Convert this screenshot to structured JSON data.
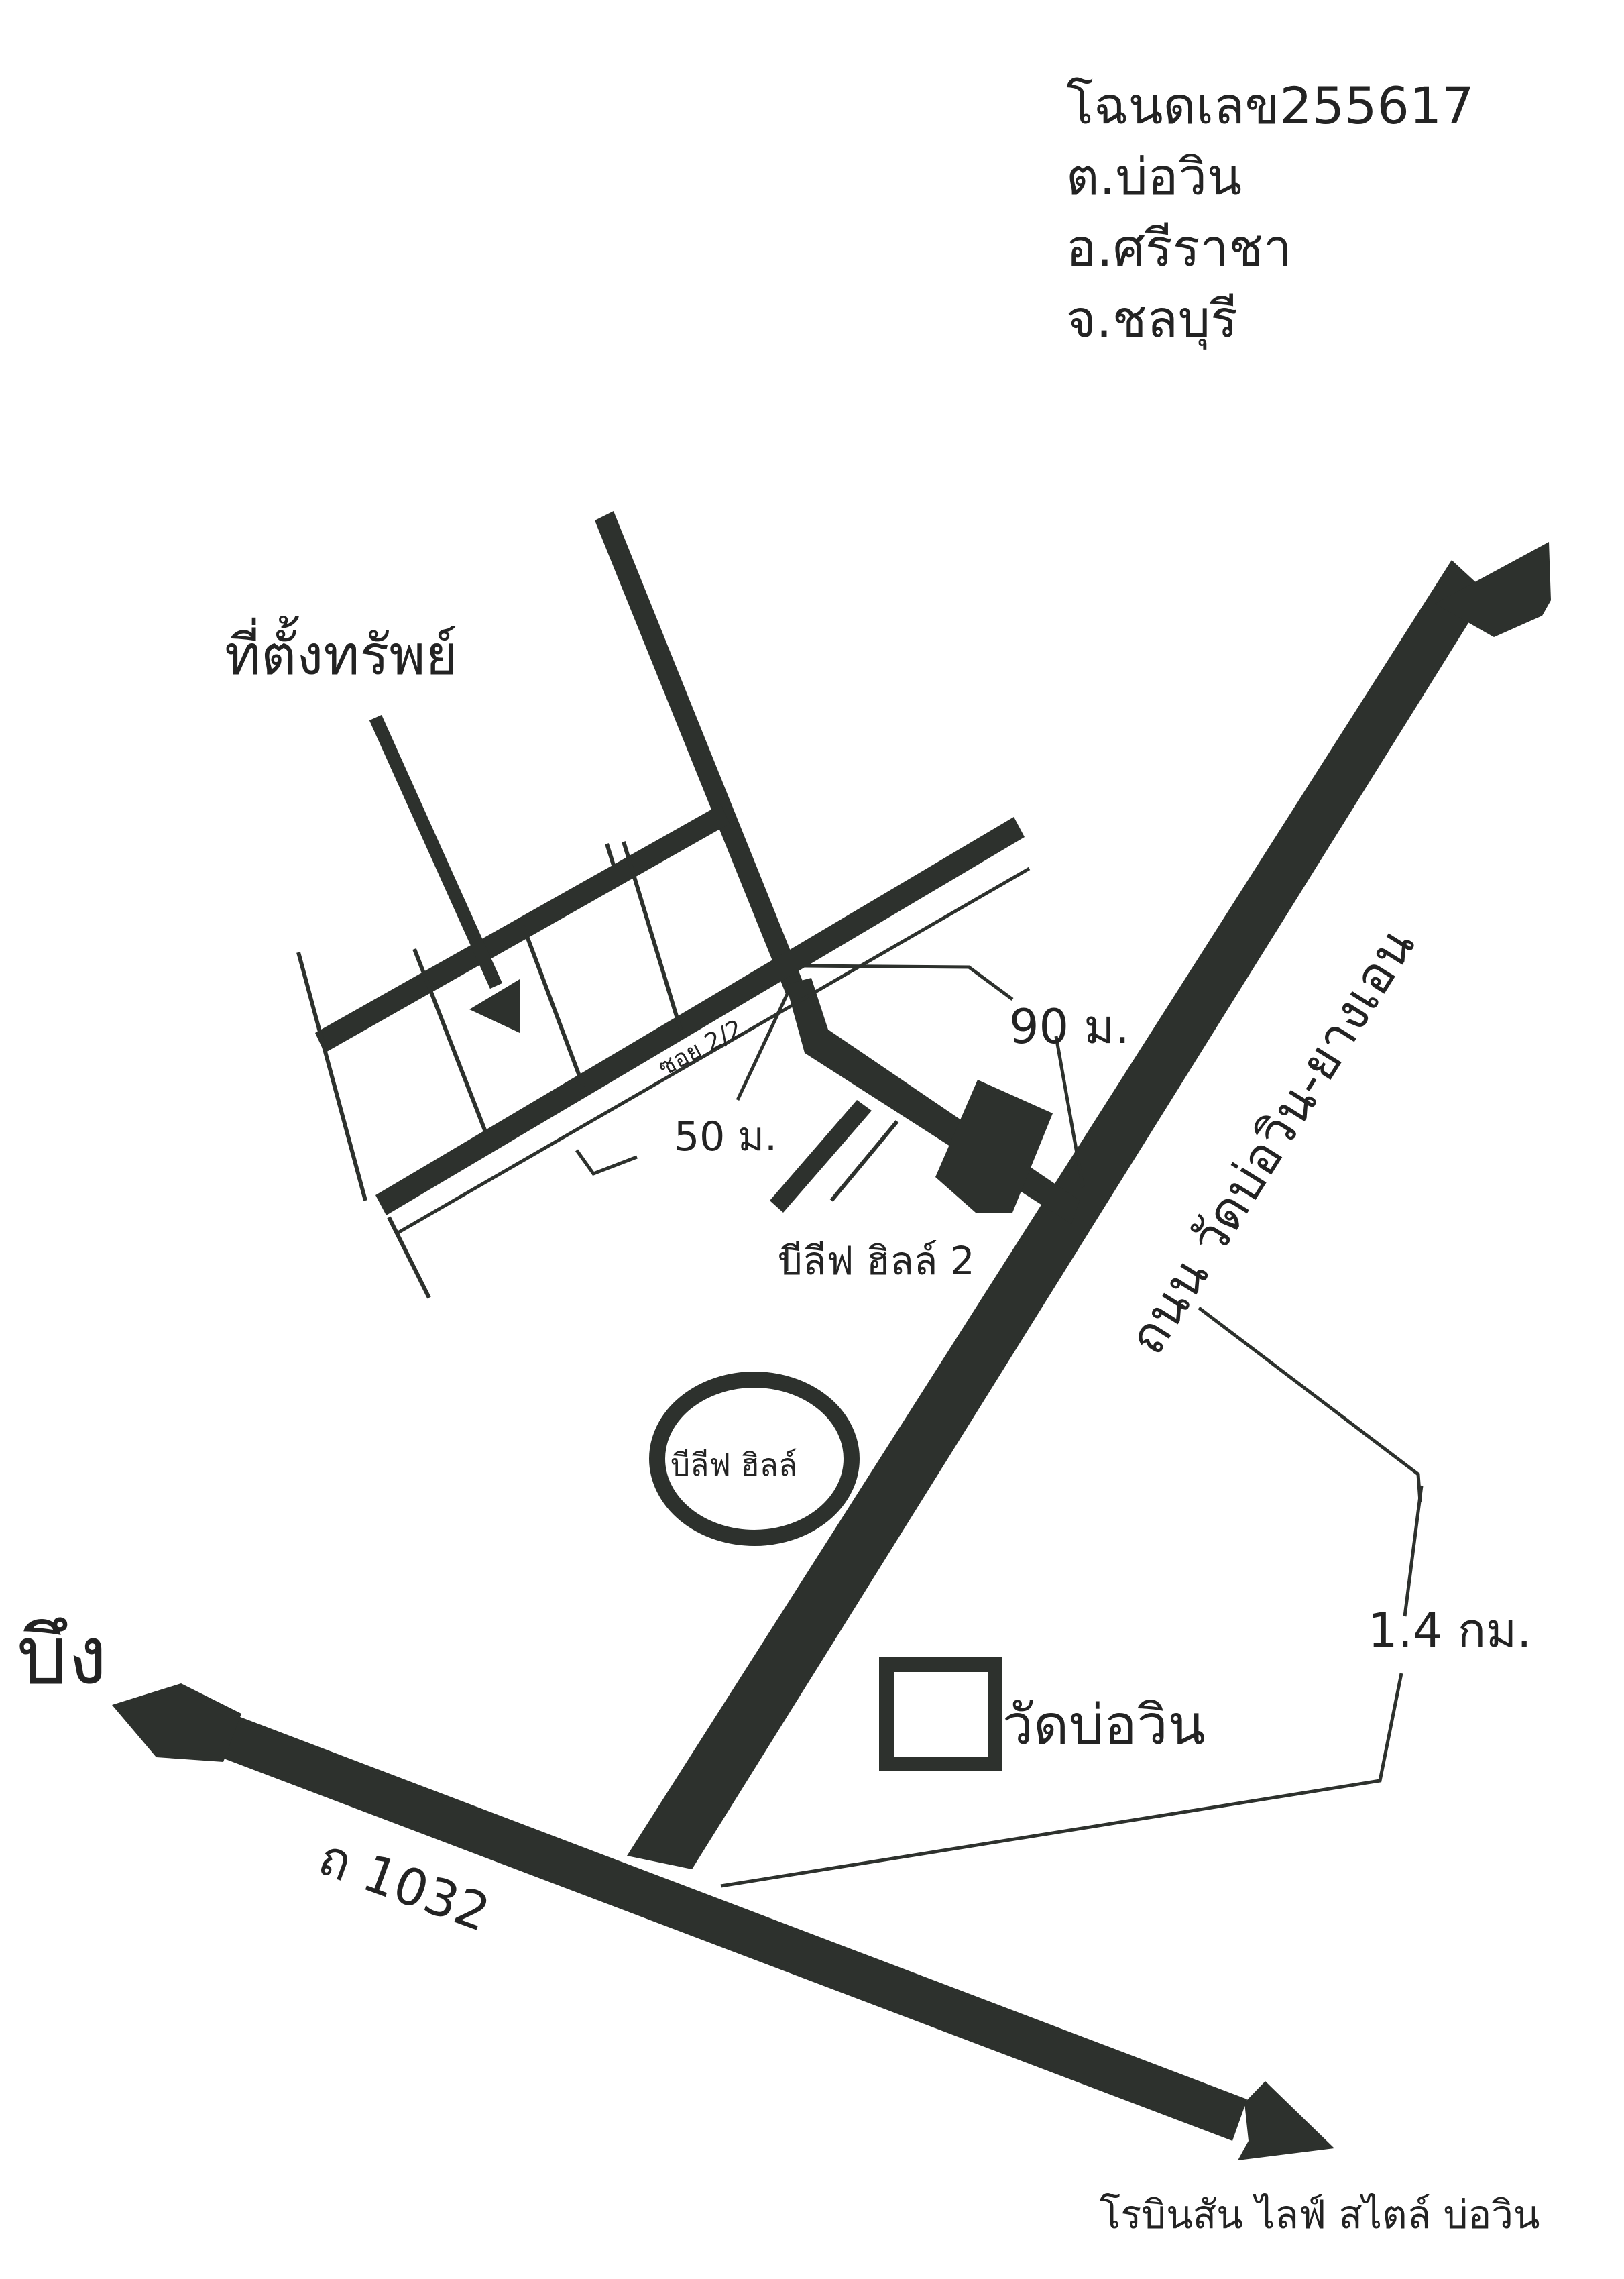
{
  "deed": {
    "number_line": "โฉนดเลข255617",
    "subdistrict": "ต.บ่อวิน",
    "district": "อ.ศรีราชา",
    "province": "จ.ชลบุรี"
  },
  "labels": {
    "property_location": "ที่ตั้งทรัพย์",
    "soi": "ซอย 2/2",
    "dist_50": "50 ม.",
    "dist_90": "90 ม.",
    "biff_hill_2": "บีลีฟ ฮิลล์ 2",
    "main_road": "ถนน วัดบ่อวิน-ยางเอน",
    "biff_hill": "บีลีฟ ฮิลล์",
    "dist_1_4": "1.4 กม.",
    "temple": "วัดบ่อวิน",
    "bueng": "บึง",
    "highway": "ถ 1032",
    "robinson": "โรบินสัน ไลฟ์ สไตล์ บ่อวิน"
  },
  "colors": {
    "road": "#2d312d",
    "text": "#232323",
    "background": "#ffffff"
  }
}
